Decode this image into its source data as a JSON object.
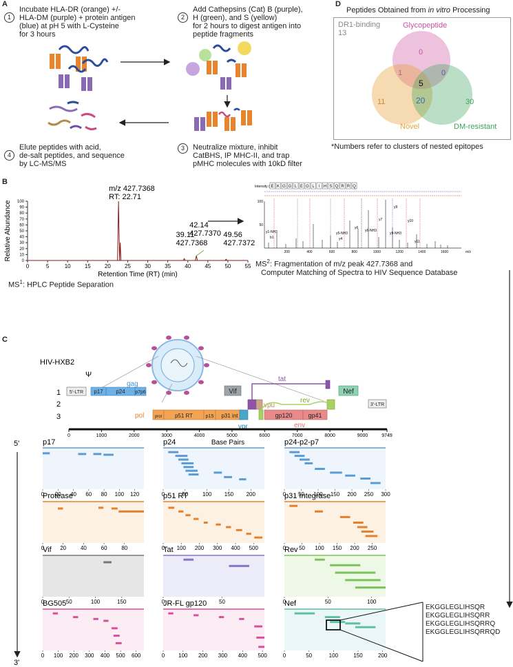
{
  "panel_labels": {
    "a": "A",
    "b": "B",
    "c": "C",
    "d": "D"
  },
  "panelA": {
    "steps": [
      {
        "num": "1",
        "text": [
          "Incubate HLA-DR (orange) +/-",
          "HLA-DM (purple) + protein antigen",
          "(blue) at pH 5 with L-Cysteine",
          "for 3 hours"
        ]
      },
      {
        "num": "2",
        "text": [
          "Add Cathepsins (Cat) B (purple),",
          "H (green), and S (yellow)",
          "for 2 hours to digest antigen into",
          "peptide fragments"
        ]
      },
      {
        "num": "3",
        "text": [
          "Neutralize mixture, inhibit",
          "CatBHS, IP MHC-II, and trap",
          "pMHC molecules with 10kD filter"
        ]
      },
      {
        "num": "4",
        "text": [
          "Elute peptides with acid,",
          "de-salt peptides, and sequence",
          "by LC-MS/MS"
        ]
      }
    ]
  },
  "panelD": {
    "title_prefix": "Peptides Obtained from ",
    "title_italic": "in vitro",
    "title_suffix": " Processing",
    "dr1_label": "DR1-binding",
    "dr1_value": "13",
    "circles": [
      {
        "name": "Glycopeptide",
        "color": "#c9519f"
      },
      {
        "name": "Novel",
        "color": "#e8a33c"
      },
      {
        "name": "DM-resistant",
        "color": "#3aa35c"
      }
    ],
    "values": {
      "glyco_only": "0",
      "glyco_novel": "1",
      "glyco_dm": "0",
      "center": "5",
      "novel_only": "11",
      "novel_dm": "20",
      "dm_only": "30"
    },
    "footnote": "*Numbers refer to clusters of nested epitopes"
  },
  "panelB": {
    "chart_data": {
      "type": "line",
      "xlabel": "Retention Time (RT) (min)",
      "ylabel": "Relative Abundance",
      "xlim": [
        0,
        55
      ],
      "ylim": [
        0,
        100
      ],
      "xticks": [
        "0",
        "5",
        "10",
        "15",
        "20",
        "25",
        "30",
        "35",
        "40",
        "45",
        "50",
        "55"
      ],
      "yticks": [
        "0",
        "10",
        "20",
        "30",
        "40",
        "50",
        "60",
        "70",
        "80",
        "90",
        "100"
      ],
      "peaks": [
        {
          "x": 22.71,
          "y": 100,
          "label1": "m/z 427.7368",
          "label2": "RT: 22.71"
        },
        {
          "x": 39.11,
          "y": 3,
          "label1": "39.11",
          "label2": "427.7368"
        },
        {
          "x": 42.14,
          "y": 8,
          "label1": "42.14",
          "label2": "427.7370"
        },
        {
          "x": 49.56,
          "y": 2,
          "label1": "49.56",
          "label2": "427.7372"
        }
      ]
    },
    "ms1_caption_prefix": "MS",
    "ms1_caption_sup": "1",
    "ms1_caption_suffix": ": HPLC Peptide Separation",
    "ms2_caption_prefix": "MS",
    "ms2_caption_sup": "2",
    "ms2_caption_line1": ": Fragmentation of m/z peak 427.7368 and",
    "ms2_caption_line2": "Computer Matching of Spectra to HIV Sequence Database",
    "ms2_intensity_label": "Intensity (%)",
    "ms2_sequence": [
      "E",
      "K",
      "G",
      "G",
      "L",
      "E",
      "G",
      "L",
      "I",
      "H",
      "S",
      "Q",
      "R",
      "R",
      "Q"
    ],
    "ms2_xticks": [
      "200",
      "400",
      "600",
      "800",
      "1000",
      "1200",
      "1400",
      "1600"
    ],
    "ms2_xunit": "m/z",
    "ms2_yticks": [
      "50",
      "100"
    ],
    "ms2_ion_labels": [
      "y1-NH3",
      "b1",
      "y5-NH3",
      "y4",
      "y6",
      "y6-NH3",
      "y7",
      "y9-NH3",
      "y9",
      "y10",
      "y11"
    ]
  },
  "panelC": {
    "strain": "HIV-HXB2",
    "psi": "Ψ",
    "frames": [
      "1",
      "2",
      "3"
    ],
    "genes": {
      "ltr5": "5'-LTR",
      "ltr3": "3'-LTR",
      "gag": "gag",
      "p17": "p17",
      "p24": "p24",
      "p7p6": "p7p6",
      "pol": "pol",
      "prot": "prot",
      "p51rt": "p51 RT",
      "p15": "p15",
      "p31int": "p31 int",
      "vif": "Vif",
      "vpr": "vpr",
      "vpu": "vpu",
      "tat": "tat",
      "rev": "rev",
      "nef": "Nef",
      "gp120": "gp120",
      "gp41": "gp41",
      "env": "env"
    },
    "axis_ticks": [
      "0",
      "1000",
      "2000",
      "3000",
      "4000",
      "5000",
      "6000",
      "7000",
      "8000",
      "9000",
      "9749"
    ],
    "axis_label": "Base Pairs",
    "five_prime": "5'",
    "three_prime": "3'",
    "plots": [
      {
        "title": "p17",
        "ticks": [
          "0",
          "20",
          "40",
          "60",
          "80",
          "100",
          "120"
        ],
        "max": 132,
        "color": "#5b9bd5",
        "bg": "#eef5fc"
      },
      {
        "title": "p24",
        "ticks": [
          "0",
          "50",
          "100",
          "150",
          "200"
        ],
        "max": 231,
        "color": "#5b9bd5",
        "bg": "#eef5fc"
      },
      {
        "title": "p24-p2-p7",
        "ticks": [
          "0",
          "50",
          "100",
          "150",
          "200",
          "250",
          "300"
        ],
        "max": 300,
        "color": "#5b9bd5",
        "bg": "#eef5fc"
      },
      {
        "title": "Protease",
        "ticks": [
          "0",
          "20",
          "40",
          "60",
          "80"
        ],
        "max": 99,
        "color": "#e2822e",
        "bg": "#fdf1e4"
      },
      {
        "title": "p51 RT",
        "ticks": [
          "0",
          "100",
          "200",
          "300",
          "400",
          "500"
        ],
        "max": 560,
        "color": "#e2822e",
        "bg": "#fdf1e4"
      },
      {
        "title": "p31 Integrase",
        "ticks": [
          "0",
          "50",
          "100",
          "150",
          "200",
          "250"
        ],
        "max": 288,
        "color": "#e2822e",
        "bg": "#fdf1e4"
      },
      {
        "title": "Vif",
        "ticks": [
          "0",
          "50",
          "100",
          "150"
        ],
        "max": 192,
        "color": "#777777",
        "bg": "#e6e6e6"
      },
      {
        "title": "Tat",
        "ticks": [
          "0",
          "50"
        ],
        "max": 86,
        "color": "#8a72c8",
        "bg": "#ecebf8"
      },
      {
        "title": "Rev",
        "ticks": [
          "0",
          "50",
          "100"
        ],
        "max": 116,
        "color": "#7cc35a",
        "bg": "#eef8e7"
      },
      {
        "title": "BG505",
        "ticks": [
          "0",
          "100",
          "200",
          "300",
          "400",
          "500",
          "600"
        ],
        "max": 650,
        "color": "#d94f9b",
        "bg": "#fcedf5"
      },
      {
        "title": "JR-FL gp120",
        "ticks": [
          "0",
          "100",
          "200",
          "300",
          "400",
          "500"
        ],
        "max": 510,
        "color": "#d94f9b",
        "bg": "#fcedf5"
      },
      {
        "title": "Nef",
        "ticks": [
          "0",
          "50",
          "100",
          "150",
          "200"
        ],
        "max": 206,
        "color": "#5fc1a0",
        "bg": "#eaf6f7"
      }
    ],
    "nef_sequences": [
      "EKGGLEGLIHSQR",
      "EKGGLEGLIHSQRR",
      "EKGGLEGLIHSQRRQ",
      "EKGGLEGLIHSQRRQD"
    ]
  }
}
